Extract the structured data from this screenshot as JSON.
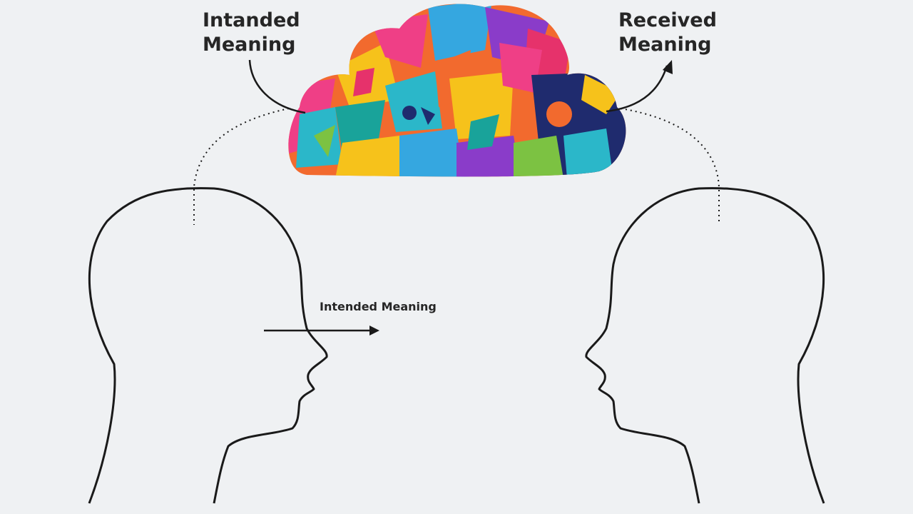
{
  "labels": {
    "intended_top": [
      "Intanded",
      "Meaning"
    ],
    "received_top": [
      "Received",
      "Meaning"
    ],
    "intended_mid": "Intended Meaning"
  },
  "colors": {
    "background": "#eff1f3",
    "stroke": "#1a1a1a",
    "cloud_palette": [
      "#ef3f86",
      "#f6c21b",
      "#2bb7c9",
      "#f26a2e",
      "#8a3cc9",
      "#35a7e0",
      "#7cc242",
      "#1f2b6e",
      "#e6326b",
      "#19a39a"
    ]
  },
  "icons": [
    "thought-cloud",
    "speaker-head",
    "listener-head",
    "arrow-right-icon",
    "arrow-up-right-icon"
  ]
}
